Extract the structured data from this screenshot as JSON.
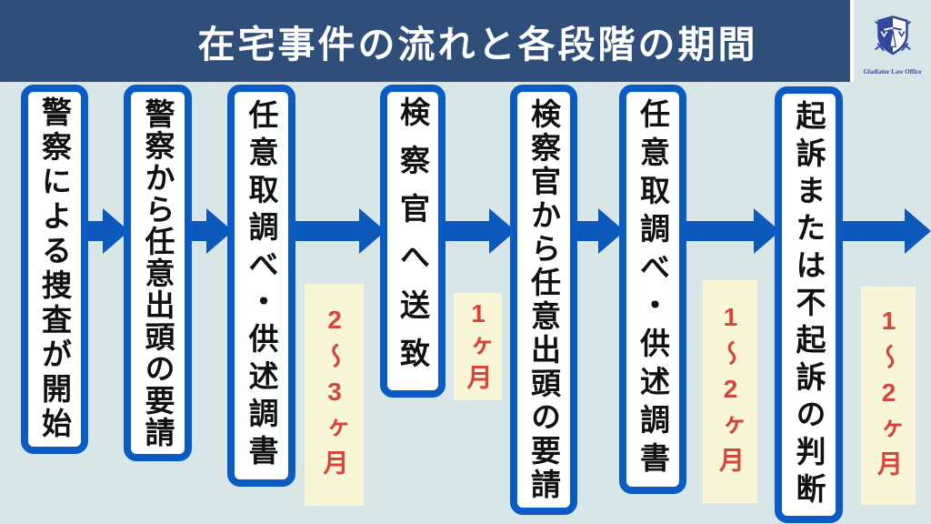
{
  "title": "在宅事件の流れと各段階の期間",
  "logo": {
    "org_name": "Gladiator Law Office",
    "icon": "shield-scales-swords"
  },
  "flow": {
    "steps": [
      {
        "id": 1,
        "label": "警察による捜査が開始"
      },
      {
        "id": 2,
        "label": "警察から任意出頭の要請"
      },
      {
        "id": 3,
        "label": "任意取調べ・供述調書"
      },
      {
        "id": 4,
        "label": "検察官へ送致"
      },
      {
        "id": 5,
        "label": "検察官から任意出頭の要請"
      },
      {
        "id": 6,
        "label": "任意取調べ・供述調書"
      },
      {
        "id": 7,
        "label": "起訴または不起訴の判断"
      }
    ],
    "durations": [
      {
        "label": "2〜3ヶ月",
        "after_step": 3
      },
      {
        "label": "1ヶ月",
        "after_step": 4
      },
      {
        "label": "1〜2ヶ月",
        "after_step": 6
      },
      {
        "label": "1〜2ヶ月",
        "after_step": 7
      }
    ]
  },
  "colors": {
    "banner_bg": "#2f4e7a",
    "page_bg": "#d8e6e8",
    "box_border_blue": "#0a5cc4",
    "arrow_blue": "#0d59bb",
    "duration_bg": "#f9f6d8",
    "duration_text_red": "#d6453a",
    "step_text": "#111111",
    "title_text": "#ffffff",
    "logo_blue": "#33479e"
  }
}
